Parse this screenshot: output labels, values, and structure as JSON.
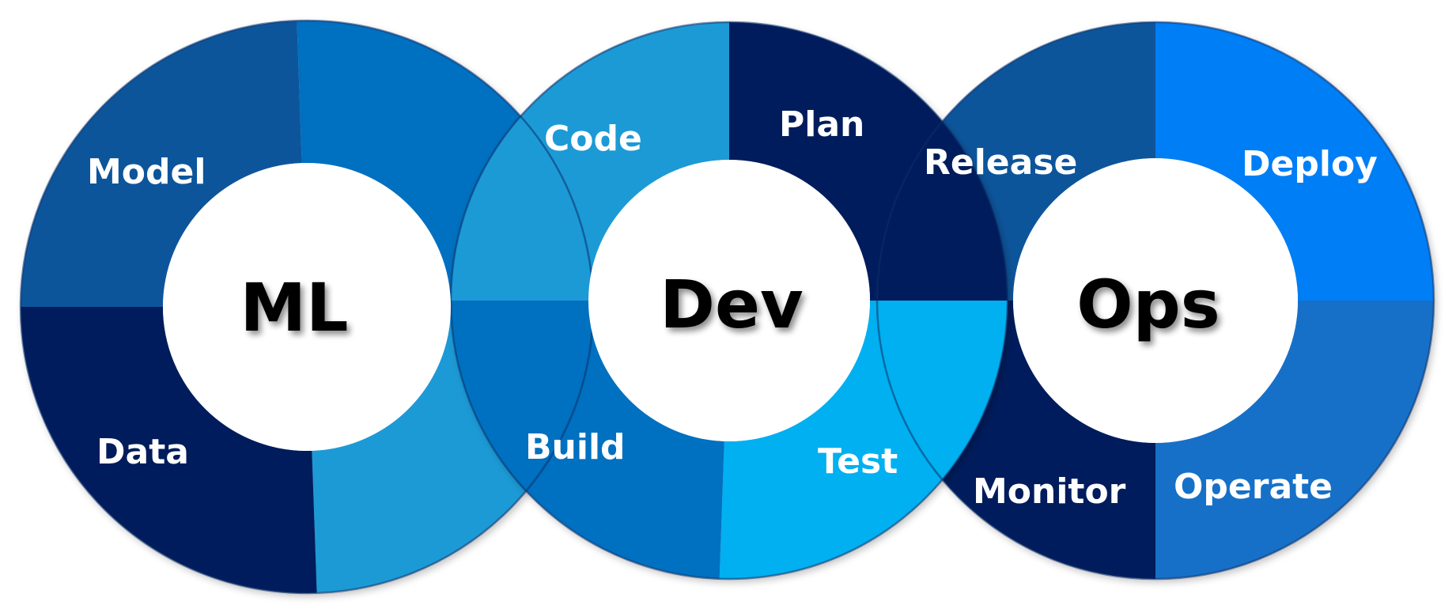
{
  "diagram": {
    "rings": [
      {
        "id": "ml",
        "hub_label": "ML",
        "segments": [
          {
            "label": "Model",
            "color": "#0f559b"
          },
          {
            "label": "",
            "color": "#0070c0"
          },
          {
            "label": "",
            "color": "#1b9ad6"
          },
          {
            "label": "Data",
            "color": "#011e5b"
          }
        ]
      },
      {
        "id": "dev",
        "hub_label": "Dev",
        "segments": [
          {
            "label": "Code",
            "color": "#1b9ad6"
          },
          {
            "label": "Plan",
            "color": "#011e5b"
          },
          {
            "label": "Test",
            "color": "#00b0f0"
          },
          {
            "label": "Build",
            "color": "#0070c0"
          }
        ]
      },
      {
        "id": "ops",
        "hub_label": "Ops",
        "segments": [
          {
            "label": "Release",
            "color": "#0f559b"
          },
          {
            "label": "Deploy",
            "color": "#007ef5"
          },
          {
            "label": "Operate",
            "color": "#166fc8"
          },
          {
            "label": "Monitor",
            "color": "#011e5b"
          }
        ]
      }
    ]
  }
}
